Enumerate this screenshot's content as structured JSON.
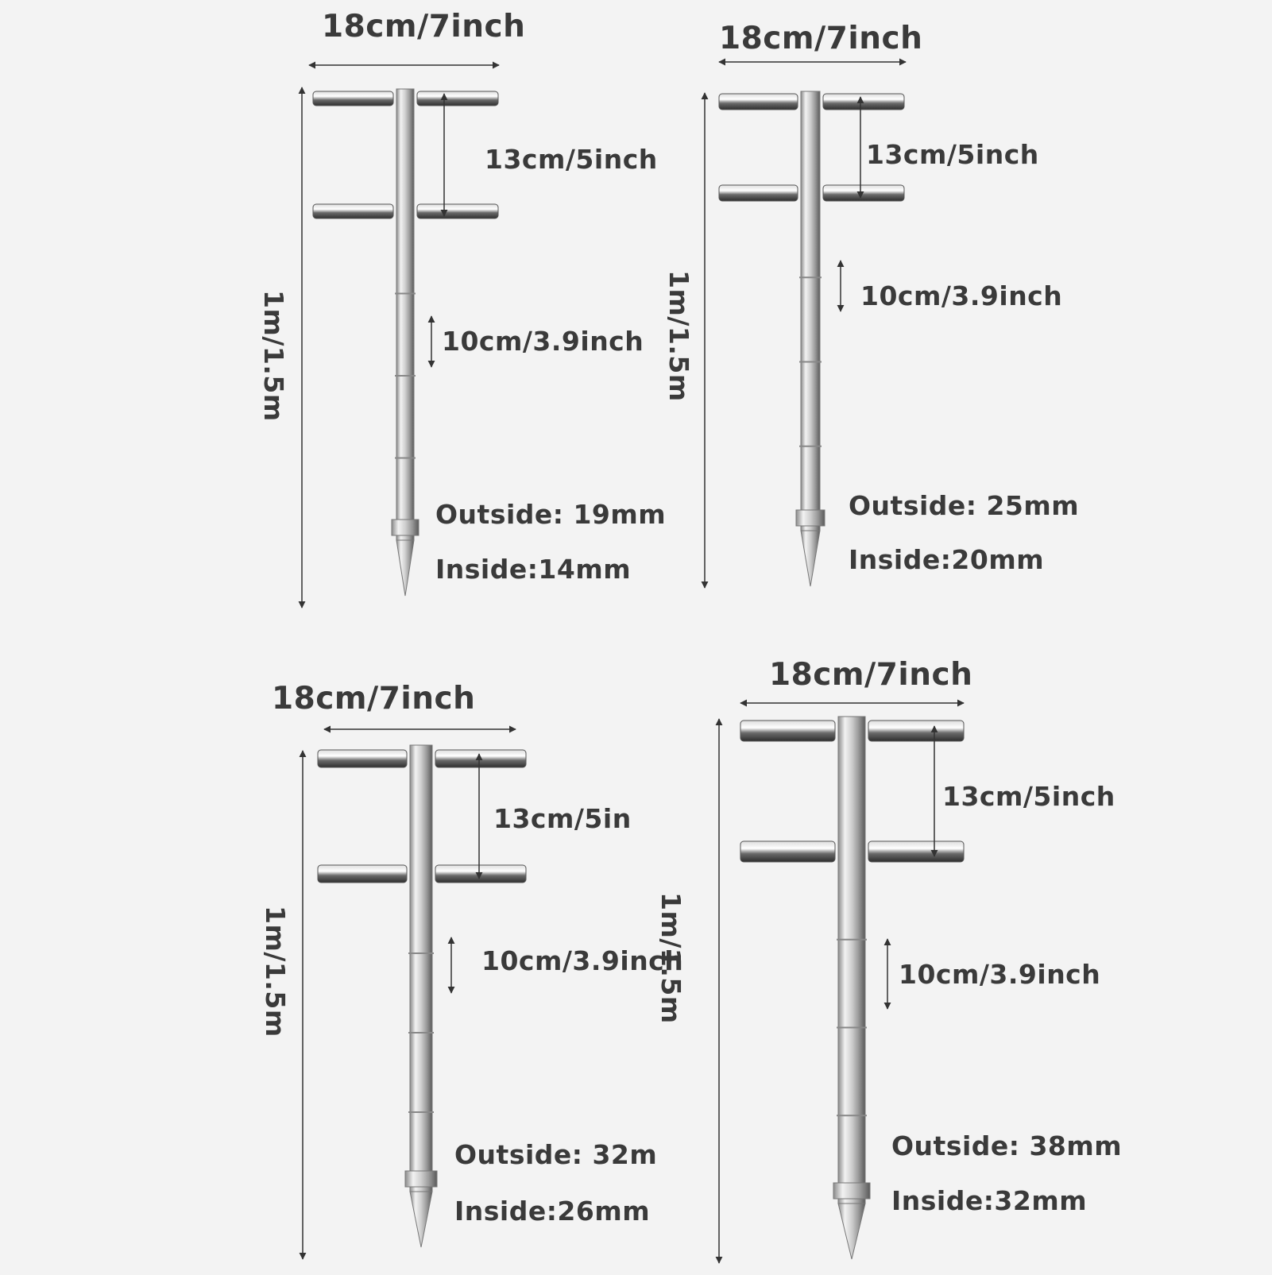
{
  "colors": {
    "background": "#f3f3f3",
    "metal_light": "#e8e8e8",
    "metal_dark": "#4a4a4a",
    "dimension_line": "#333333",
    "text": "#3a3a3a"
  },
  "probes": [
    {
      "width_label": "18cm/7inch",
      "handle_gap_label": "13cm/5inch",
      "segment_label": "10cm/3.9inch",
      "length_label": "1m/1.5m",
      "outside_label": "Outside: 19mm",
      "inside_label": "Inside:14mm"
    },
    {
      "width_label": "18cm/7inch",
      "handle_gap_label": "13cm/5inch",
      "segment_label": "10cm/3.9inch",
      "length_label": "1m/1.5m",
      "outside_label": "Outside: 25mm",
      "inside_label": "Inside:20mm"
    },
    {
      "width_label": "18cm/7inch",
      "handle_gap_label": "13cm/5in",
      "segment_label": "10cm/3.9inch",
      "length_label": "1m/1.5m",
      "outside_label": "Outside: 32m",
      "inside_label": "Inside:26mm"
    },
    {
      "width_label": "18cm/7inch",
      "handle_gap_label": "13cm/5inch",
      "segment_label": "10cm/3.9inch",
      "length_label": "1m/1.5m",
      "outside_label": "Outside: 38mm",
      "inside_label": "Inside:32mm"
    }
  ]
}
